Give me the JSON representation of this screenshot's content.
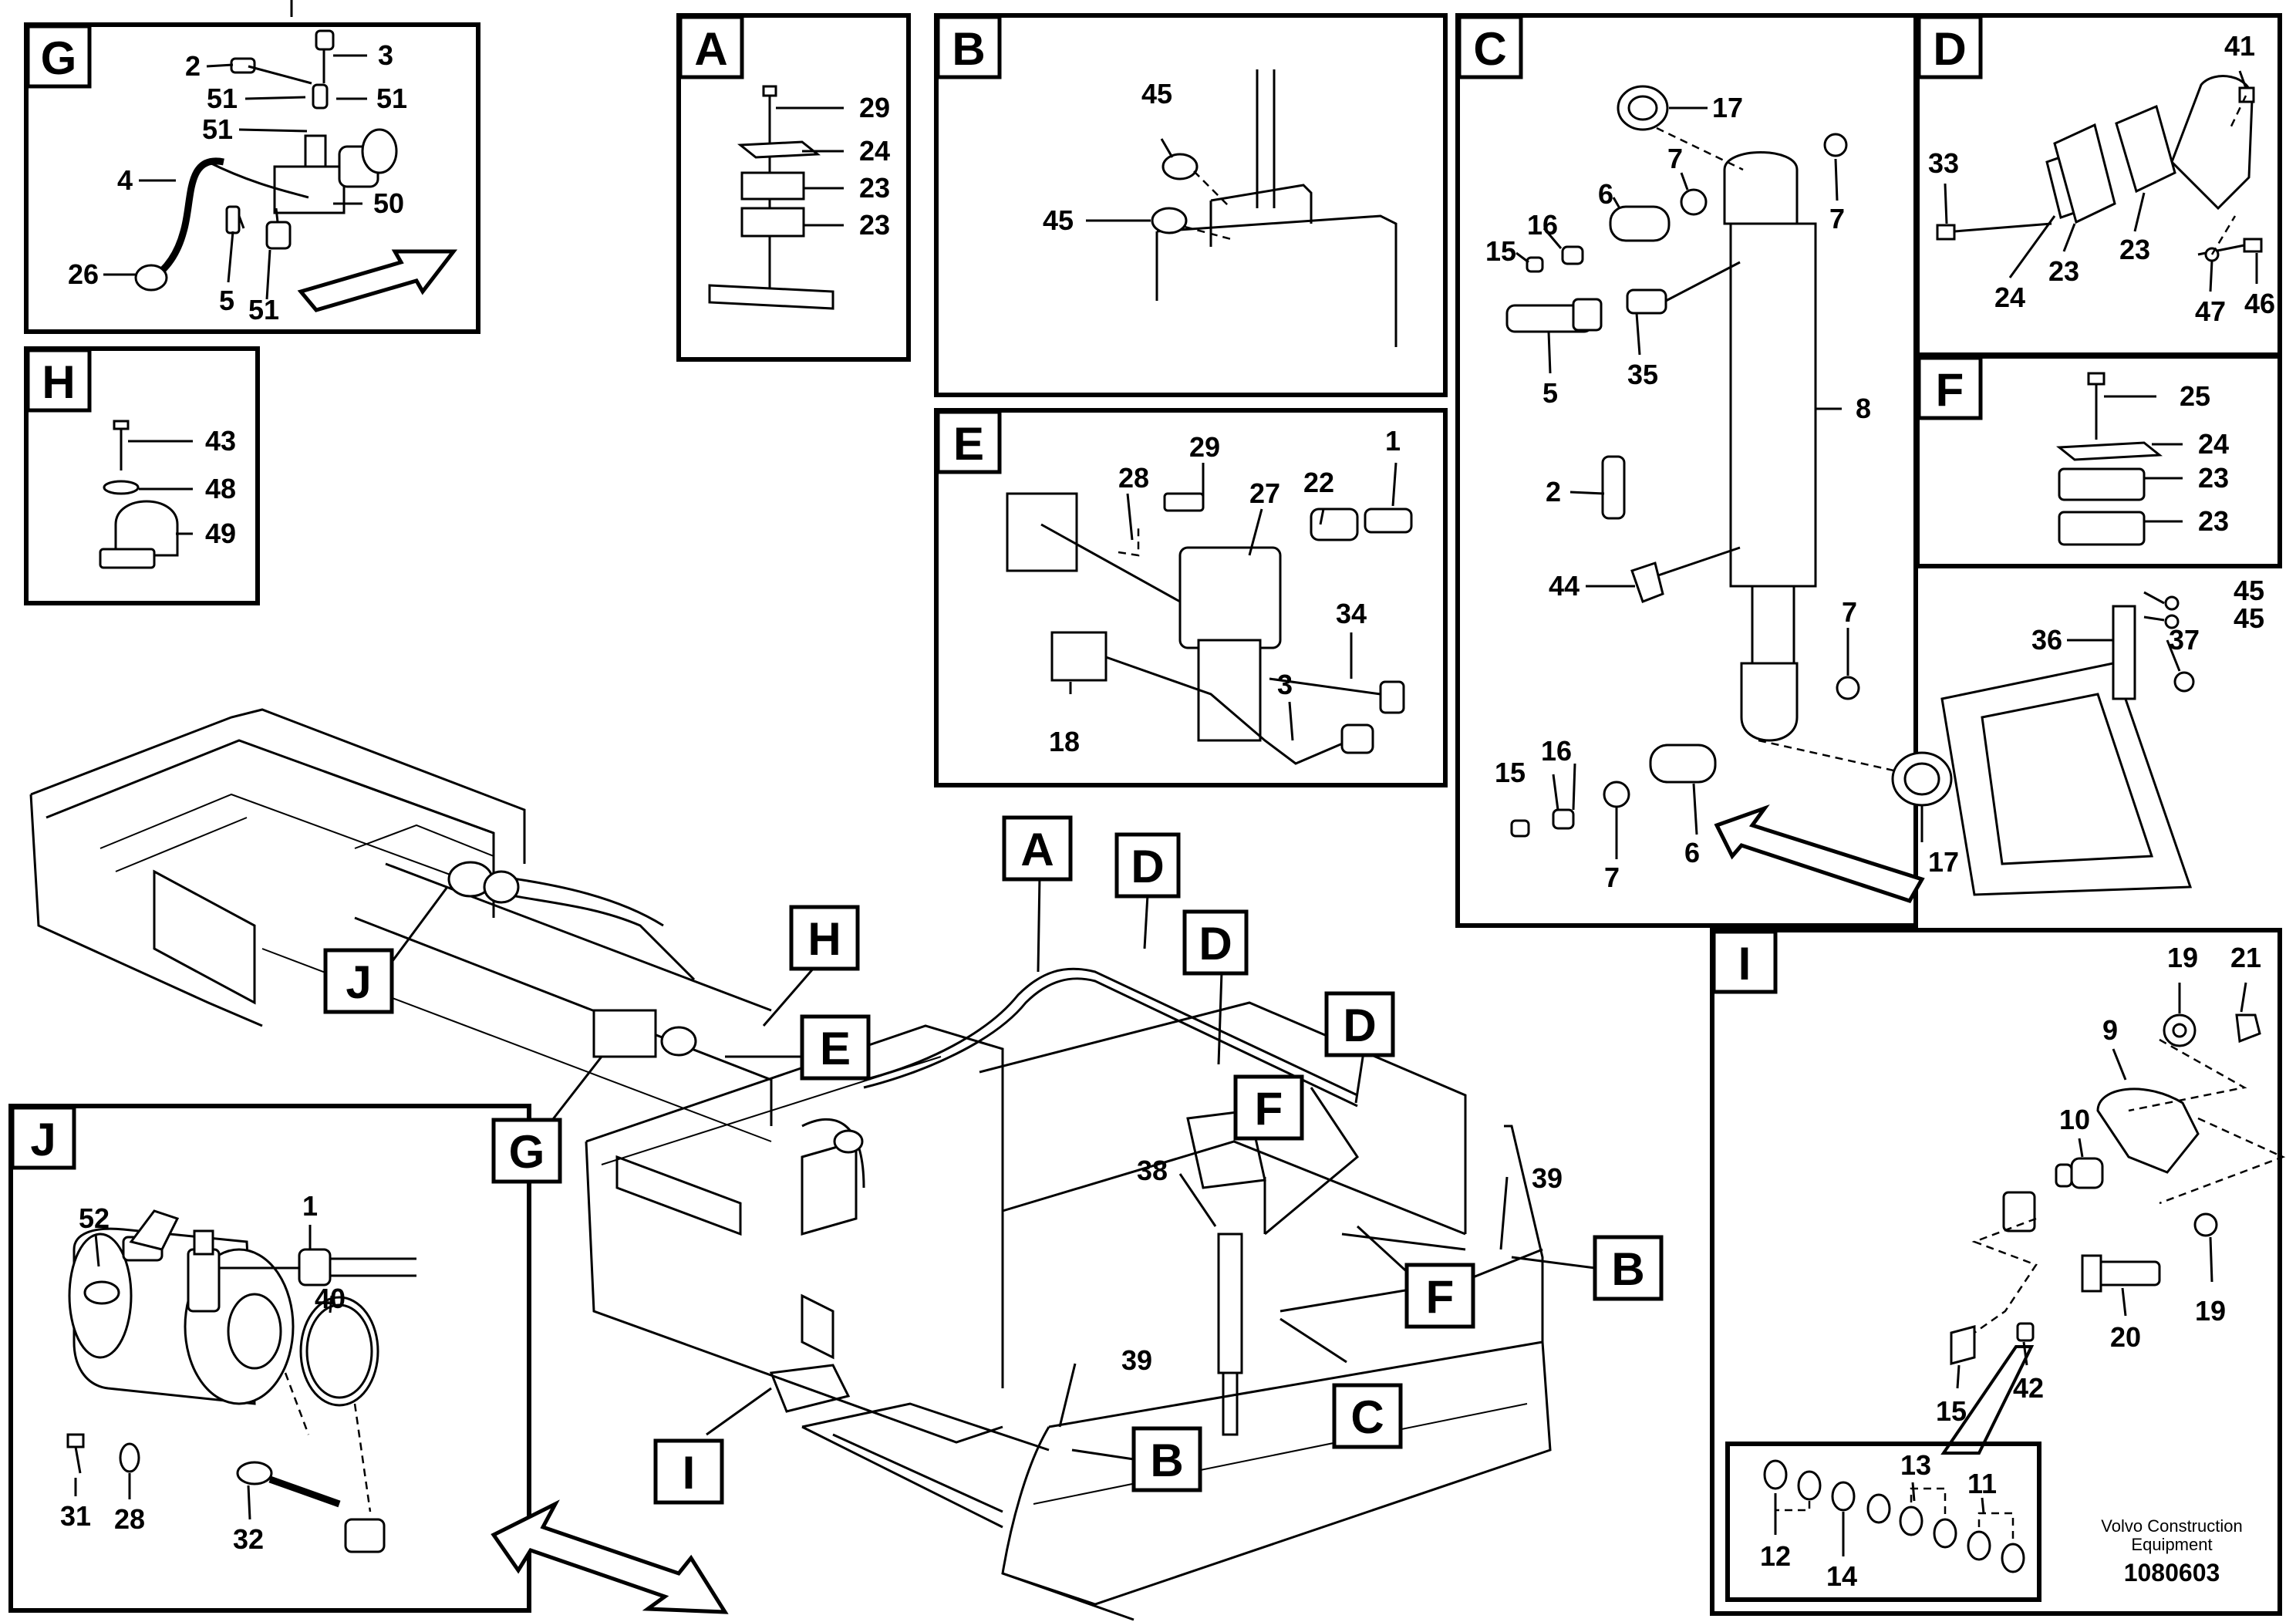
{
  "panels": {
    "A": {
      "letter": "A",
      "labels": [
        "29",
        "24",
        "23",
        "23"
      ]
    },
    "B": {
      "letter": "B",
      "labels": [
        "45",
        "45"
      ]
    },
    "C": {
      "letter": "C",
      "labels": [
        "17",
        "7",
        "7",
        "6",
        "16",
        "15",
        "5",
        "35",
        "8",
        "2",
        "44",
        "7",
        "36",
        "45",
        "45",
        "37",
        "16",
        "15",
        "7",
        "6",
        "17"
      ]
    },
    "D": {
      "letter": "D",
      "labels": [
        "41",
        "33",
        "24",
        "23",
        "23",
        "47",
        "46"
      ]
    },
    "E": {
      "letter": "E",
      "labels": [
        "29",
        "1",
        "28",
        "27",
        "22",
        "34",
        "3",
        "18"
      ]
    },
    "F": {
      "letter": "F",
      "labels": [
        "25",
        "24",
        "23",
        "23"
      ]
    },
    "G": {
      "letter": "G",
      "labels": [
        "2",
        "3",
        "51",
        "51",
        "51",
        "4",
        "50",
        "26",
        "5",
        "51"
      ]
    },
    "H": {
      "letter": "H",
      "labels": [
        "43",
        "48",
        "49"
      ]
    },
    "I": {
      "letter": "I",
      "labels": [
        "19",
        "21",
        "9",
        "10",
        "20",
        "19",
        "15",
        "42",
        "12",
        "13",
        "14",
        "11"
      ]
    },
    "J": {
      "letter": "J",
      "labels": [
        "52",
        "1",
        "40",
        "31",
        "28",
        "32"
      ]
    }
  },
  "main": {
    "callouts": [
      "A",
      "D",
      "D",
      "D",
      "H",
      "J",
      "E",
      "G",
      "F",
      "F",
      "C",
      "B",
      "B",
      "I"
    ],
    "labels": [
      "38",
      "39",
      "39"
    ]
  },
  "brand": {
    "line1": "Volvo Construction",
    "line2": "Equipment",
    "code": "1080603"
  }
}
